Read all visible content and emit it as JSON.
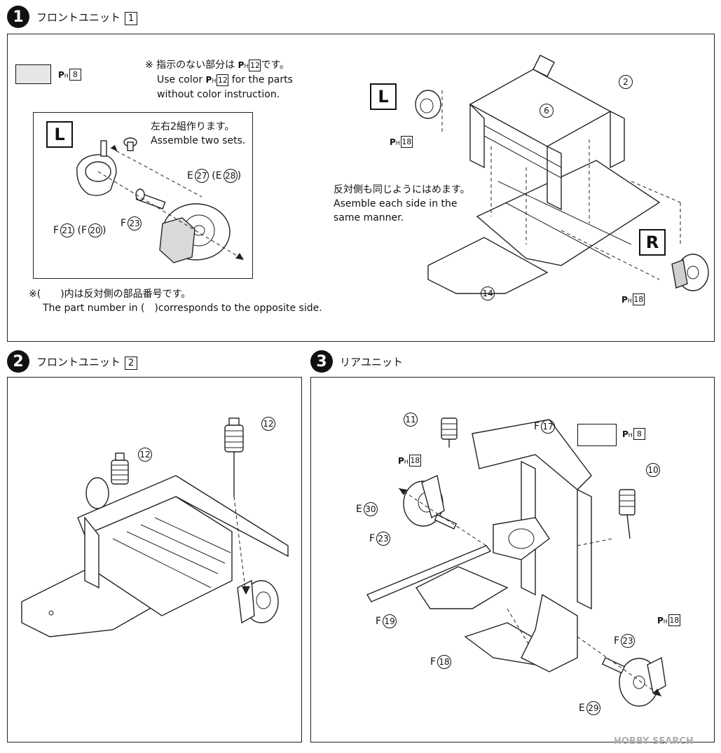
{
  "step1": {
    "number": "1",
    "title": "フロントユニット",
    "box": "1",
    "swatch_color_code": "8",
    "ph_label": "P",
    "ph_sub": "H",
    "color_note_jp": "※ 指示のない部分は",
    "color_note_jp_code": "12",
    "color_note_jp_tail": "です。",
    "color_note_en_1a": "Use color",
    "color_note_en_code": "12",
    "color_note_en_1b": "for the parts",
    "color_note_en_2": "without color instruction.",
    "inset_side": "L",
    "inset_note_jp": "左右2組作ります。",
    "inset_note_en": "Assemble two sets.",
    "part_e27_prefix": "E",
    "part_e27": "27",
    "part_e28_prefix": "E",
    "part_e28": "28",
    "part_f21_prefix": "F",
    "part_f21": "21",
    "part_f20_prefix": "F",
    "part_f20": "20",
    "part_f23_prefix": "F",
    "part_f23": "23",
    "paren_note_jp": "※(　　)内は反対側の部品番号です。",
    "paren_note_en": "The part number in (　)corresponds to the opposite side.",
    "main_side_left": "L",
    "main_side_right": "R",
    "ph18_code_left": "18",
    "ph18_code_right": "18",
    "part_2": "2",
    "part_6": "6",
    "part_14": "14",
    "same_note_jp": "反対側も同じようにはめます。",
    "same_note_en_1": "Asemble each side in the",
    "same_note_en_2": "same manner."
  },
  "step2": {
    "number": "2",
    "title": "フロントユニット",
    "box": "2",
    "part_12a": "12",
    "part_12b": "12"
  },
  "step3": {
    "number": "3",
    "title": "リアユニット",
    "swatch_color_code": "8",
    "part_11": "11",
    "part_f17_prefix": "F",
    "part_f17": "17",
    "part_10": "10",
    "ph18_code_a": "18",
    "part_e30_prefix": "E",
    "part_e30": "30",
    "part_f23a_prefix": "F",
    "part_f23a": "23",
    "part_f19_prefix": "F",
    "part_f19": "19",
    "part_f18_prefix": "F",
    "part_f18": "18",
    "part_f23b_prefix": "F",
    "part_f23b": "23",
    "ph18_code_b": "18",
    "part_e29_prefix": "E",
    "part_e29": "29"
  },
  "watermark": "HOBBY SEARCH",
  "colors": {
    "line": "#222222",
    "swatch_grey": "#e6e6e6",
    "watermark": "#b0b0b0"
  }
}
